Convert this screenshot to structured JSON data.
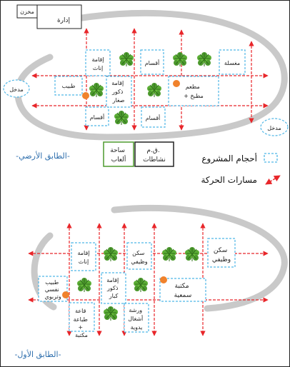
{
  "labels": {
    "storage": "مخزن",
    "admin": "إدارة",
    "entrance": "مدخل",
    "girls_housing": "إقامة إناث",
    "departments": "أقسام",
    "laundry": "مغسلة",
    "doctor": "طبيب",
    "boys_housing_young": [
      "إقامة",
      "ذكور",
      "صغار"
    ],
    "restaurant": [
      "مطعم",
      "+ مطبخ"
    ],
    "ground_floor": "-الطابق الأرضي-",
    "first_floor": "-الطابق الأول-",
    "playground": [
      "ساحة",
      "ألعاب"
    ],
    "activities": [
      "ق.م.",
      "نشاطات"
    ],
    "job_housing": [
      "سكن",
      "وظيفي"
    ],
    "psych_doctor": [
      "طبيب",
      "نفسي",
      "وتربوي"
    ],
    "boys_housing_old": [
      "إقامة",
      "ذكور",
      "كبار"
    ],
    "audio_library": [
      "مكتبة",
      "سمعية"
    ],
    "lecture_hall": [
      "قاعة",
      "طباعة",
      "+",
      "مكتبة"
    ],
    "workshops": [
      "ورشة",
      "أشغال",
      "يدوية"
    ]
  },
  "legend": {
    "volumes": "أحجام المشروع",
    "circulation": "مسارات الحركة"
  },
  "colors": {
    "ellipse": "#c9c9c9",
    "arrow": "#e8262a",
    "dash_box": "#4fb6e6",
    "tree": "#4d9a2e",
    "dot": "#f0822c",
    "floor_text": "#2f6fad"
  },
  "icons": [
    "tree-icon",
    "orange-dot-icon",
    "circulation-arrow-icon"
  ]
}
